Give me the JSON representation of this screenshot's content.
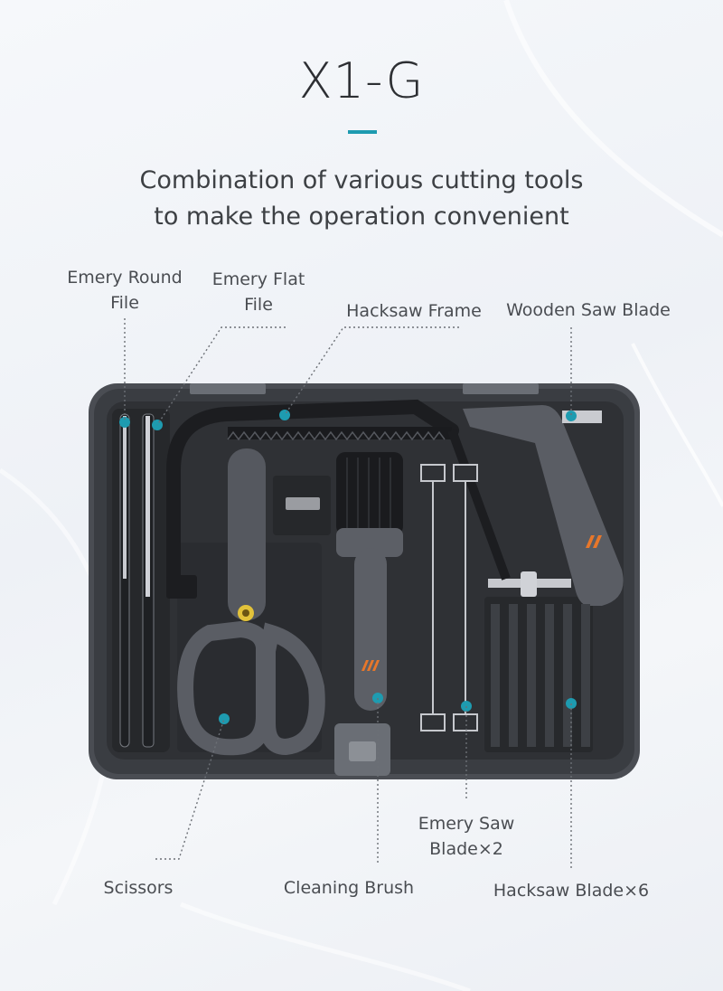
{
  "product": {
    "title": "X1-G",
    "subtitle_line1": "Combination of various cutting tools",
    "subtitle_line2": "to make the operation convenient"
  },
  "callouts": {
    "emery_round_file": {
      "line1": "Emery Round",
      "line2": "File"
    },
    "emery_flat_file": {
      "line1": "Emery Flat",
      "line2": "File"
    },
    "hacksaw_frame": {
      "text": "Hacksaw Frame"
    },
    "wooden_saw_blade": {
      "text": "Wooden Saw Blade"
    },
    "scissors": {
      "text": "Scissors"
    },
    "cleaning_brush": {
      "text": "Cleaning Brush"
    },
    "emery_saw_blade": {
      "line1": "Emery Saw",
      "line2": "Blade×2"
    },
    "hacksaw_blade": {
      "text": "Hacksaw Blade×6"
    }
  },
  "colors": {
    "accent": "#1e9bb0",
    "case": "#3d4045",
    "tray": "#2c2e32",
    "brand_orange": "#e8772a"
  }
}
